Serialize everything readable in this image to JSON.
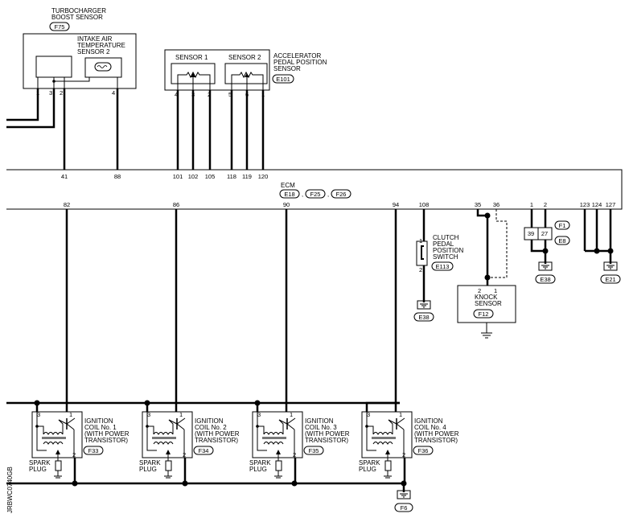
{
  "turbo_sensor": {
    "title_line1": "TURBOCHARGER",
    "title_line2": "BOOST SENSOR",
    "connector": "F75",
    "iat_line1": "INTAKE AIR",
    "iat_line2": "TEMPERATURE",
    "iat_line3": "SENSOR 2",
    "pins": [
      "1",
      "3",
      "2",
      "4"
    ]
  },
  "app_sensor": {
    "sensor1": "SENSOR 1",
    "sensor2": "SENSOR 2",
    "title_line1": "ACCELERATOR",
    "title_line2": "PEDAL POSITION",
    "title_line3": "SENSOR",
    "connector": "E101",
    "pins": [
      "4",
      "3",
      "2",
      "5",
      "6",
      "1"
    ]
  },
  "ecm": {
    "title": "ECM",
    "connectors": [
      "E18",
      "F25",
      "F26"
    ],
    "top_terminals": [
      "41",
      "88",
      "101",
      "102",
      "105",
      "118",
      "119",
      "120"
    ],
    "bottom_terminals": [
      "82",
      "86",
      "90",
      "94",
      "108",
      "35",
      "36",
      "1",
      "2",
      "123",
      "124",
      "127"
    ]
  },
  "clutch_switch": {
    "line1": "CLUTCH",
    "line2": "PEDAL",
    "line3": "POSITION",
    "line4": "SWITCH",
    "connector": "E113",
    "ground": "E38",
    "pins": [
      "1",
      "2"
    ]
  },
  "knock_sensor": {
    "line1": "KNOCK",
    "line2": "SENSOR",
    "connector": "F12",
    "pins": [
      "2",
      "1"
    ]
  },
  "junction": {
    "pins": [
      "39",
      "27"
    ],
    "connector_f1": "F1",
    "connector_e8": "E8",
    "ground": "E38"
  },
  "right_ground": "E21",
  "coils": [
    {
      "line1": "IGNITION",
      "line2": "COIL No. 1",
      "line3": "(WITH POWER",
      "line4": "TRANSISTOR)",
      "connector": "F33",
      "pins": [
        "3",
        "1",
        "2"
      ]
    },
    {
      "line1": "IGNITION",
      "line2": "COIL No. 2",
      "line3": "(WITH POWER",
      "line4": "TRANSISTOR)",
      "connector": "F34",
      "pins": [
        "3",
        "1",
        "2"
      ]
    },
    {
      "line1": "IGNITION",
      "line2": "COIL No. 3",
      "line3": "(WITH POWER",
      "line4": "TRANSISTOR)",
      "connector": "F35",
      "pins": [
        "3",
        "1",
        "2"
      ]
    },
    {
      "line1": "IGNITION",
      "line2": "COIL No. 4",
      "line3": "(WITH POWER",
      "line4": "TRANSISTOR)",
      "connector": "F36",
      "pins": [
        "3",
        "1",
        "2"
      ]
    }
  ],
  "spark_plug": {
    "line1": "SPARK",
    "line2": "PLUG"
  },
  "coil_ground": "F6",
  "diagram_code": "JRBWC0740GB"
}
